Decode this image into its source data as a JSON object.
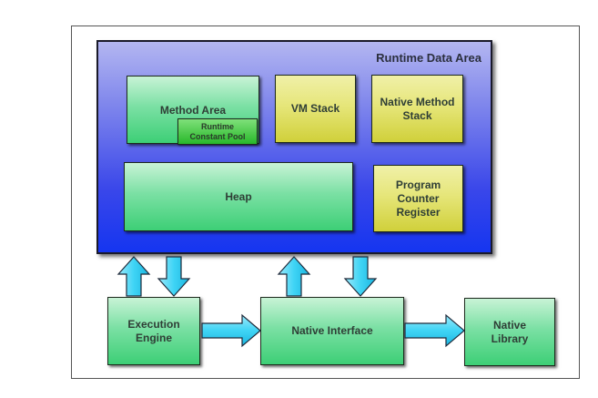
{
  "diagram": {
    "runtime_area": {
      "title": "Runtime Data Area"
    },
    "method_area": {
      "label": "Method Area"
    },
    "constant_pool": {
      "line1": "Runtime",
      "line2": "Constant Pool"
    },
    "vm_stack": {
      "label": "VM Stack"
    },
    "native_method_stack": {
      "line1": "Native Method",
      "line2": "Stack"
    },
    "heap": {
      "label": "Heap"
    },
    "pc_register": {
      "line1": "Program",
      "line2": "Counter",
      "line3": "Register"
    },
    "execution_engine": {
      "line1": "Execution",
      "line2": "Engine"
    },
    "native_interface": {
      "label": "Native Interface"
    },
    "native_library": {
      "line1": "Native",
      "line2": "Library"
    }
  },
  "colors": {
    "component_green": "#3dcf76",
    "component_yellow": "#d0d03a",
    "runtime_blue": "#1535f0",
    "arrow_cyan": "#3fd4f5"
  }
}
